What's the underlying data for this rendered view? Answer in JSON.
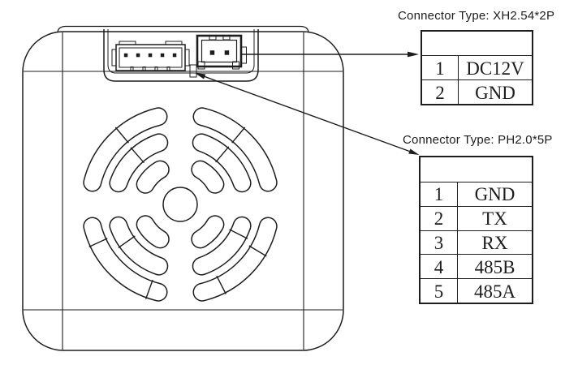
{
  "colors": {
    "line": "#1d1d1d",
    "background": "#ffffff"
  },
  "connector_tables": [
    {
      "title": "Connector Type: XH2.54*2P",
      "pins": [
        {
          "no": "1",
          "signal": "DC12V"
        },
        {
          "no": "2",
          "signal": "GND"
        }
      ]
    },
    {
      "title": "Connector Type: PH2.0*5P",
      "pins": [
        {
          "no": "1",
          "signal": "GND"
        },
        {
          "no": "2",
          "signal": "TX"
        },
        {
          "no": "3",
          "signal": "RX"
        },
        {
          "no": "4",
          "signal": "485B"
        },
        {
          "no": "5",
          "signal": "485A"
        }
      ]
    }
  ]
}
